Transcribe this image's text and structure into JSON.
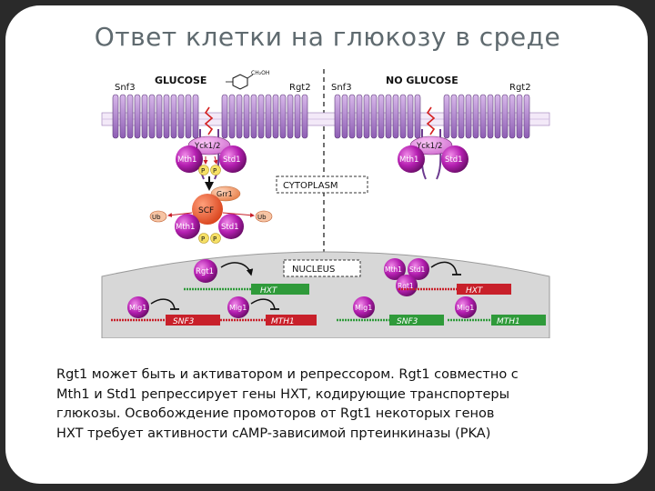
{
  "slide": {
    "title": "Ответ клетки на глюкозу в среде",
    "caption_lines": [
      "Rgt1 может быть и активатором и репрессором. Rgt1 совместно с",
      "Mth1 и Std1 репрессирует гены  HXT, кодирующие транспортеры",
      "глюкозы. Освобождение промоторов от Rgt1 некоторых генов",
      "HXT требует активности cAMP-зависимой пртеинкиназы (PKA)"
    ]
  },
  "diagram": {
    "left": {
      "condition": "GLUCOSE",
      "sensor_left": "Snf3",
      "sensor_right": "Rgt2",
      "glucose_group_label": "CH₂OH",
      "kinase": "Yck1/2",
      "mth1": "Mth1",
      "std1": "Std1",
      "phospho": "P",
      "grr1": "Grr1",
      "scf": "SCF",
      "ub": "Ub",
      "rgt1": "Rgt1",
      "hxt": "HXT",
      "mig1": "Mig1",
      "snf3_gene": "SNF3",
      "mth1_gene": "MTH1"
    },
    "right": {
      "condition": "NO GLUCOSE",
      "sensor_left": "Snf3",
      "sensor_right": "Rgt2",
      "kinase": "Yck1/2",
      "mth1": "Mth1",
      "std1": "Std1",
      "rgt1": "Rgt1",
      "hxt": "HXT",
      "mig1": "Mig1",
      "snf3_gene": "SNF3",
      "mth1_gene": "MTH1"
    },
    "cytoplasm_label": "CYTOPLASM",
    "nucleus_label": "NUCLEUS",
    "colors": {
      "membrane": "#b58ad0",
      "protein_magenta": "#b51fb1",
      "grr1_orange": "#f0a070",
      "phospho_yellow": "#f6e066",
      "gene_red": "#c8202a",
      "gene_green": "#2f9a3a",
      "nucleus_fill": "#d7d7d7"
    }
  }
}
